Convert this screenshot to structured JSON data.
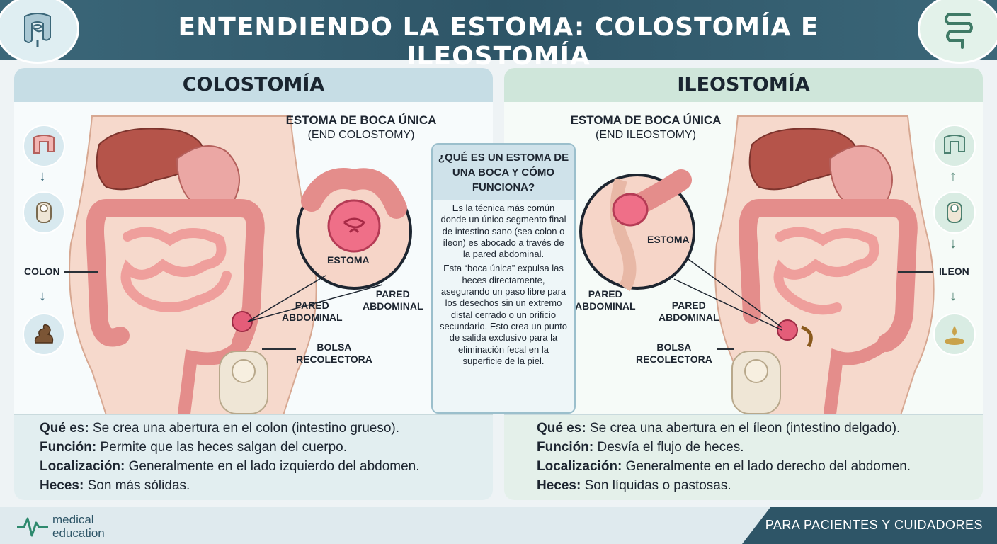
{
  "header": {
    "title": "ENTENDIENDO LA ESTOMA: COLOSTOMÍA E ILEOSTOMÍA"
  },
  "colostomy": {
    "heading": "COLOSTOMÍA",
    "stoma_title": "ESTOMA DE BOCA ÚNICA",
    "stoma_subtitle": "(END COLOSTOMY)",
    "labels": {
      "colon": "COLON",
      "estoma": "ESTOMA",
      "pared_abdominal_1": "PARED\nABDOMINAL",
      "pared_abdominal_2": "PARED\nABDOMINAL",
      "bolsa": "BOLSA\nRECOLECTORA"
    },
    "info": [
      {
        "key": "Qué es:",
        "value": " Se crea una abertura en el colon (intestino grueso)."
      },
      {
        "key": "Función:",
        "value": " Permite que las heces salgan del cuerpo."
      },
      {
        "key": "Localización:",
        "value": " Generalmente en el lado izquierdo del abdomen."
      },
      {
        "key": "Heces:",
        "value": " Son más sólidas."
      }
    ]
  },
  "ileostomy": {
    "heading": "ILEOSTOMÍA",
    "stoma_title": "ESTOMA DE BOCA ÚNICA",
    "stoma_subtitle": "(END ILEOSTOMY)",
    "labels": {
      "ileon": "ILEON",
      "estoma": "ESTOMA",
      "pared_abdominal_1": "PARED\nABDOMINAL",
      "pared_abdominal_2": "PARED\nABDOMINAL",
      "bolsa": "BOLSA\nRECOLECTORA"
    },
    "info": [
      {
        "key": "Qué es:",
        "value": " Se crea una abertura en el íleon (intestino delgado)."
      },
      {
        "key": "Función:",
        "value": " Desvía el flujo de heces."
      },
      {
        "key": "Localización:",
        "value": " Generalmente en el lado derecho del abdomen."
      },
      {
        "key": "Heces:",
        "value": " Son líquidas o pastosas."
      }
    ]
  },
  "middle": {
    "question": "¿QUÉ ES UN ESTOMA DE UNA BOCA Y CÓMO FUNCIONA?",
    "paragraph1": "Es la técnica más común donde un único segmento final de intestino sano (sea colon o íleon) es abocado a través de la pared abdominal.",
    "paragraph2": "Esta “boca única” expulsa las heces directamente, asegurando un paso libre para los desechos sin un extremo distal cerrado o un orificio secundario. Esto crea un punto de salida exclusivo para la eliminación fecal en la superficie de la piel."
  },
  "footer": {
    "logo_line1": "medical",
    "logo_line2": "education",
    "tagline": "PARA PACIENTES Y CUIDADORES"
  },
  "colors": {
    "header": "#2e5567",
    "colostomy_accent": "#c6dde5",
    "ileostomy_accent": "#cfe6da",
    "organ_pink": "#e9a3a0",
    "liver": "#b5544a"
  },
  "icons": [
    "intestine-icon",
    "ostomy-bag-icon",
    "stool-icon",
    "liquid-stool-icon"
  ]
}
